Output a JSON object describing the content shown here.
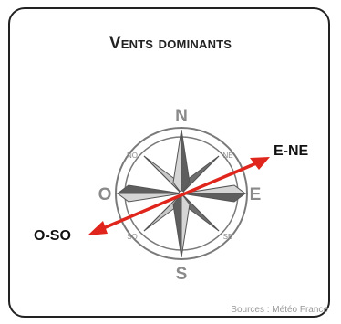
{
  "title": "Vents dominants",
  "source": "Sources : Météo France",
  "compass": {
    "cardinals": {
      "n": "N",
      "s": "S",
      "e": "E",
      "w": "O"
    },
    "intercardinals": {
      "ne": "NE",
      "nw": "NO",
      "se": "SE",
      "sw": "SO"
    }
  },
  "winds": {
    "from_label": "O-SO",
    "to_label": "E-NE"
  },
  "colors": {
    "arrow": "#e0261c",
    "rose_dark": "#555555",
    "rose_light": "#c8c8c8",
    "cardinal_text": "#8a8a8a"
  }
}
